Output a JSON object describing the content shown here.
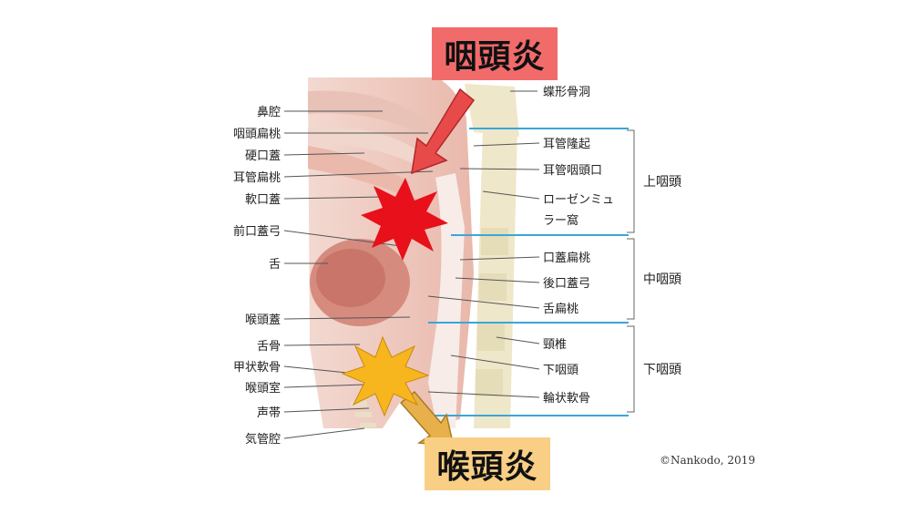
{
  "callouts": {
    "top": "咽頭炎",
    "bottom": "喉頭炎"
  },
  "copyright": "©Nankodo, 2019",
  "labels_left": [
    "鼻腔",
    "咽頭扁桃",
    "硬口蓋",
    "耳管扁桃",
    "軟口蓋",
    "前口蓋弓",
    "舌",
    "喉頭蓋",
    "舌骨",
    "甲状軟骨",
    "喉頭室",
    "声帯",
    "気管腔"
  ],
  "labels_right": [
    "蝶形骨洞",
    "耳管隆起",
    "耳管咽頭口",
    "ローゼンミュ",
    "ラー窩",
    "口蓋扁桃",
    "後口蓋弓",
    "舌扁桃",
    "頸椎",
    "下咽頭",
    "輪状軟骨"
  ],
  "groups": [
    "上咽頭",
    "中咽頭",
    "下咽頭"
  ],
  "colors": {
    "top_callout": "#f26b6b",
    "bottom_callout": "#f8cf84",
    "bracket": "#3aa6d8",
    "burst_top": "#e8101a",
    "burst_bottom": "#f7b51e",
    "arrow_top": "#e84a4a",
    "arrow_bottom": "#e8b04a"
  }
}
